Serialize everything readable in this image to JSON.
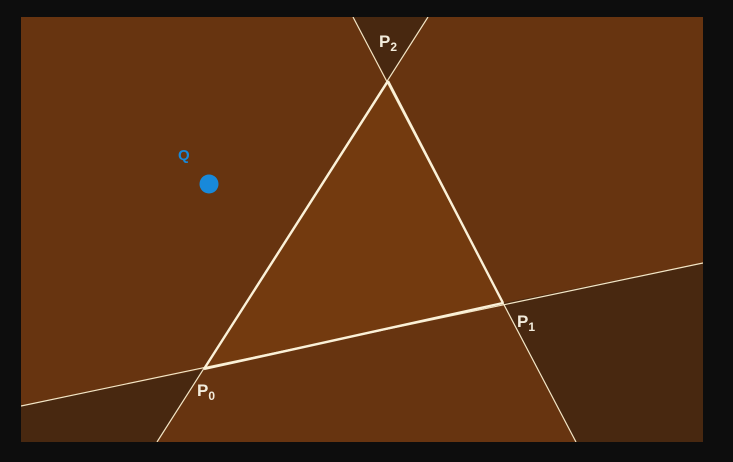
{
  "points": {
    "p0": {
      "letter": "P",
      "index": "0"
    },
    "p1": {
      "letter": "P",
      "index": "1"
    },
    "p2": {
      "letter": "P",
      "index": "2"
    },
    "q": {
      "label": "Q"
    }
  },
  "colors": {
    "page_background": "#0d0d0d",
    "region_positive": "#673410",
    "region_negative": "#482810",
    "triangle_interior": "#733a0f",
    "edge_line": "#f3e6c6",
    "point_label": "#f3ecdc",
    "query_point": "#1889da"
  }
}
